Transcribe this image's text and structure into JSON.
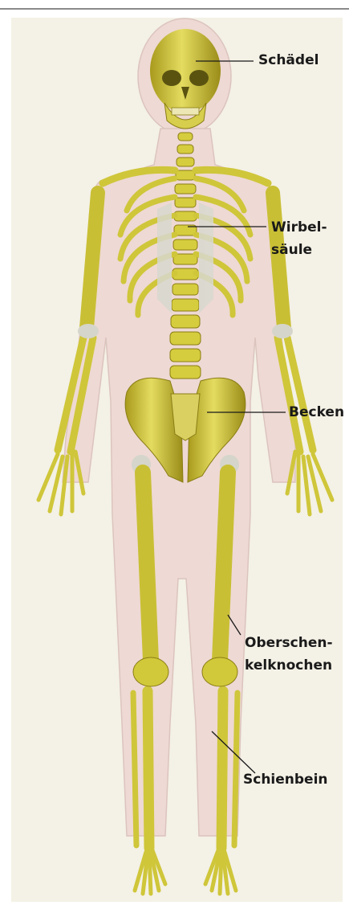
{
  "labels": {
    "skull": "Schädel",
    "spine_line1": "Wirbel-",
    "spine_line2": "säule",
    "pelvis": "Becken",
    "femur_line1": "Oberschen-",
    "femur_line2": "kelknochen",
    "tibia": "Schienbein"
  },
  "colors": {
    "background": "#f4f1e6",
    "body_silhouette": "#eed9d4",
    "bone": "#d2c93a",
    "bone_shadow": "#a89a1c",
    "cartilage": "#cfcfc6",
    "leader_line": "#1a1a1a"
  }
}
